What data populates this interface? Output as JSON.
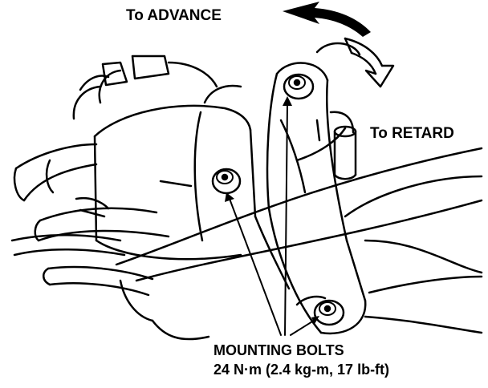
{
  "labels": {
    "advance": "To ADVANCE",
    "retard": "To RETARD",
    "mounting_bolts": "MOUNTING BOLTS",
    "torque": "24 N·m (2.4 kg-m, 17 lb-ft)"
  },
  "colors": {
    "ink": "#000000",
    "paper": "#ffffff"
  },
  "icons": [
    "advance-arrow-icon",
    "retard-arrow-icon",
    "bolt-icon"
  ]
}
